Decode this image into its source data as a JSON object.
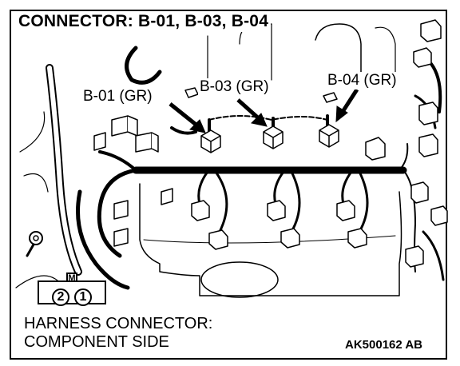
{
  "title": "CONNECTOR: B-01, B-03, B-04",
  "connectors": [
    {
      "id": "b01",
      "label": "B-01 (GR)"
    },
    {
      "id": "b03",
      "label": "B-03 (GR)"
    },
    {
      "id": "b04",
      "label": "B-04 (GR)"
    }
  ],
  "harness_connector": {
    "mark": "M",
    "pins": [
      "2",
      "1"
    ]
  },
  "caption": {
    "line1": "HARNESS CONNECTOR:",
    "line2": "COMPONENT SIDE"
  },
  "figure_id": "AK500162 AB"
}
